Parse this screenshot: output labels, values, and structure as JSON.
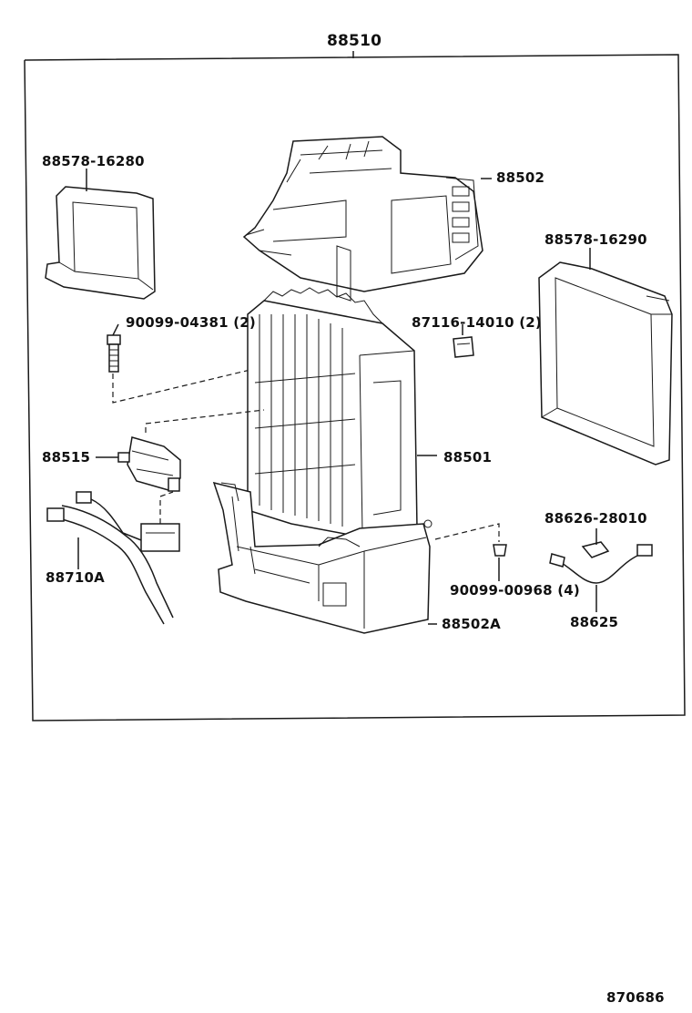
{
  "diagram": {
    "assembly_label": "88510",
    "figure_number": "870686",
    "callouts": {
      "seal_left": "88578-16280",
      "upper_case": "88502",
      "seal_right": "88578-16290",
      "screw_left": "90099-04381 (2)",
      "clip": "87116-14010 (2)",
      "expansion_valve": "88515",
      "evaporator": "88501",
      "tube": "88710A",
      "sensor_part": "88626-28010",
      "screw_right": "90099-00968 (4)",
      "lower_case": "88502A",
      "thermistor": "88625"
    }
  }
}
